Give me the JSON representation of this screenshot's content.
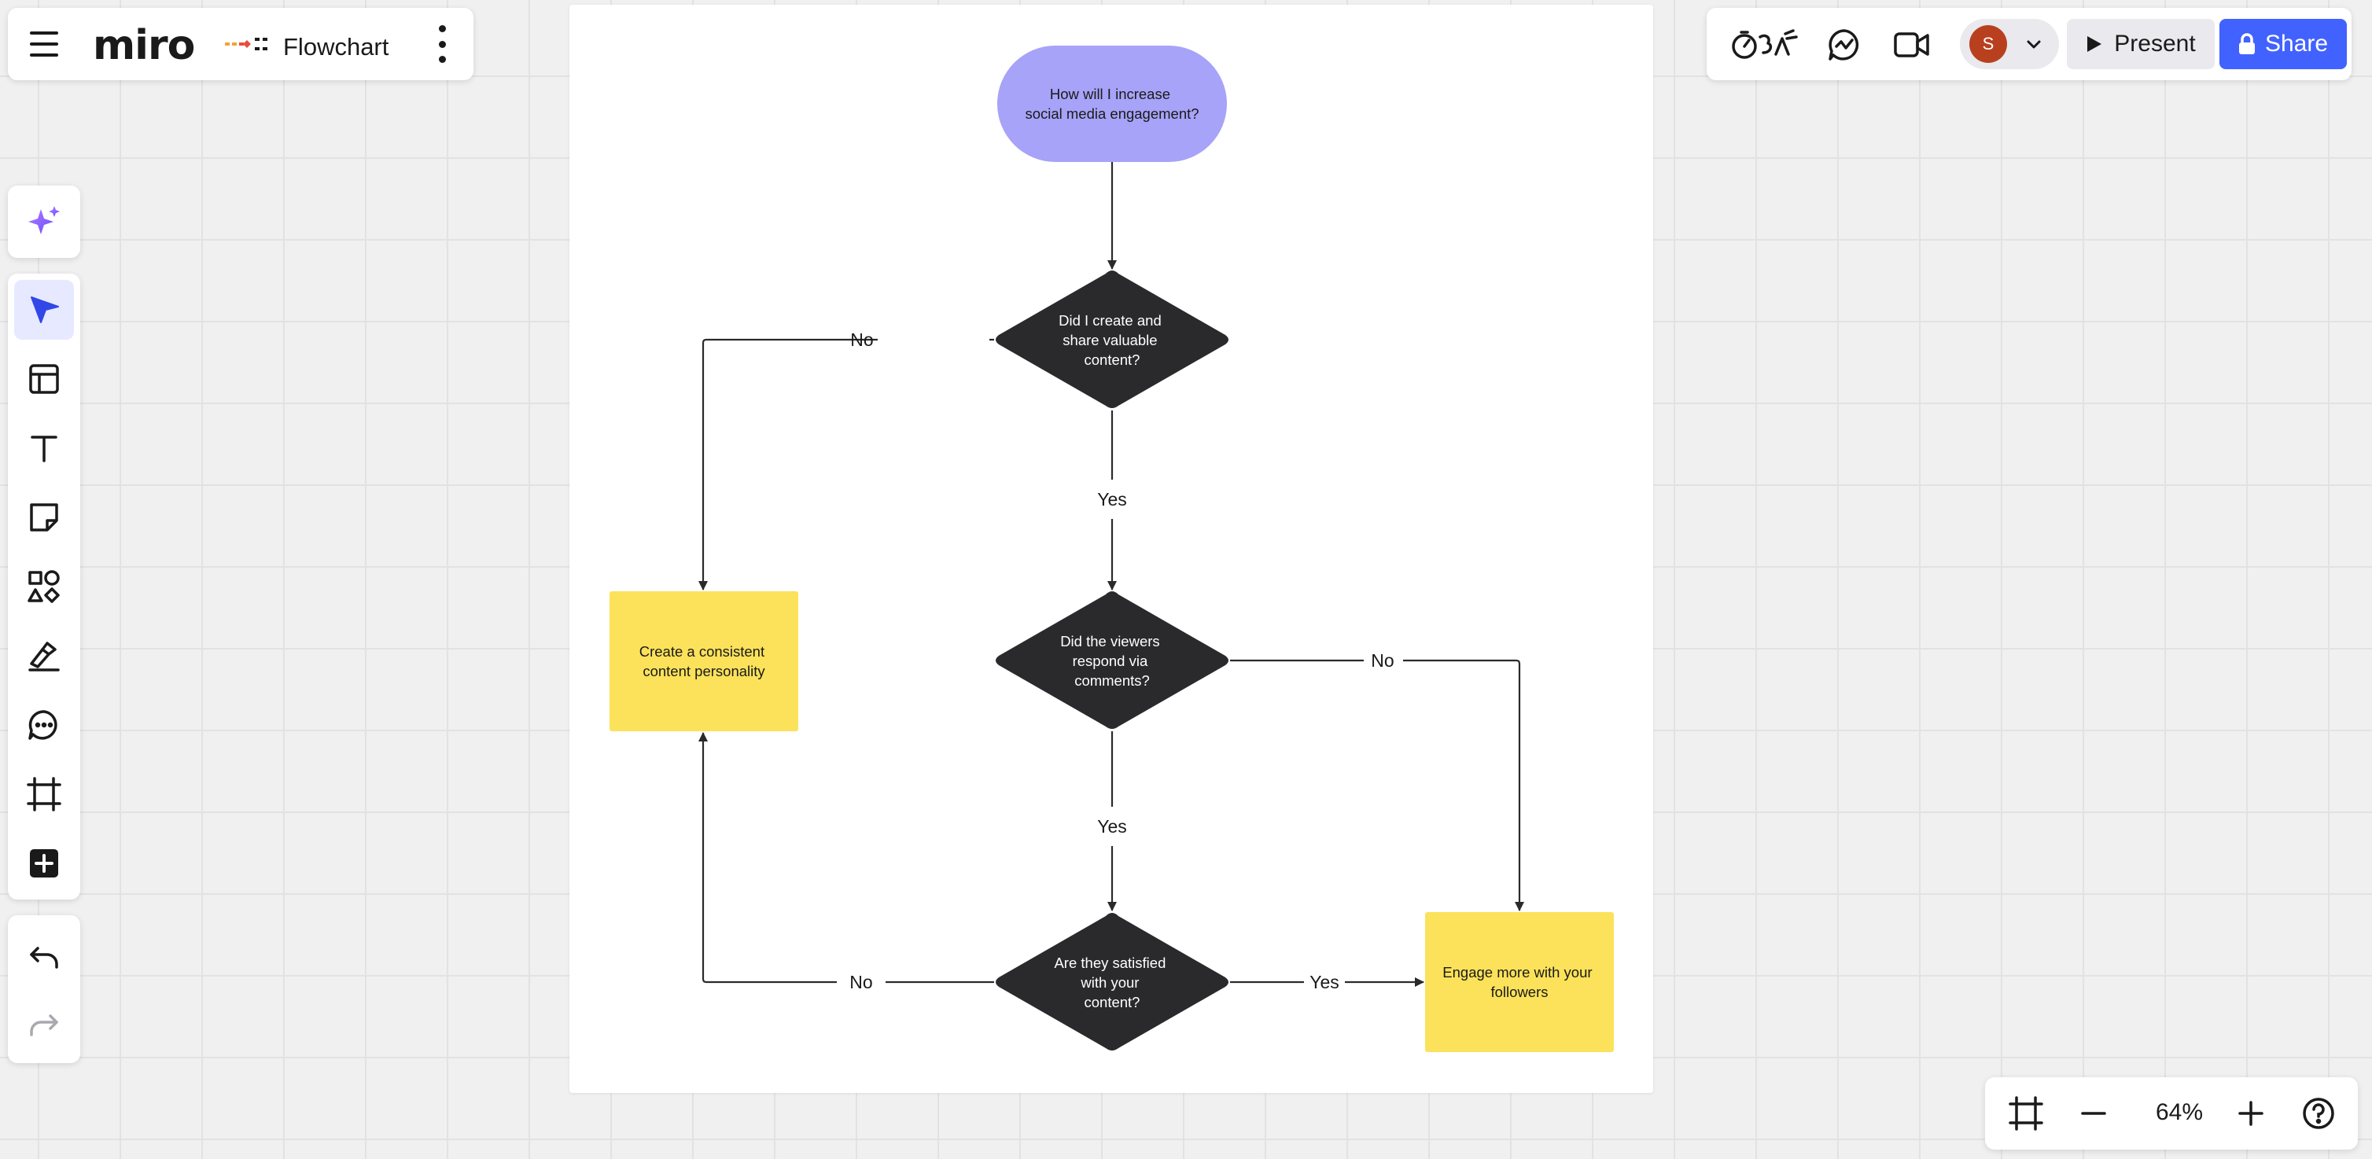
{
  "board": {
    "logo": "miro",
    "title": "Flowchart"
  },
  "user": {
    "initial": "S",
    "avatar_color": "#b8401f"
  },
  "actions": {
    "present_label": "Present",
    "share_label": "Share"
  },
  "zoom": {
    "level": "64%"
  },
  "colors": {
    "accent": "#4262ff",
    "start_node": "#a7a3f8",
    "decision_node": "#2a2a2d",
    "process_node": "#fbe25a"
  },
  "icons": {
    "toolbar": [
      "ai-sparkle-icon",
      "select-cursor-icon",
      "templates-icon",
      "text-icon",
      "sticky-note-icon",
      "shapes-icon",
      "pen-icon",
      "comment-icon",
      "frame-icon",
      "more-apps-icon"
    ],
    "history": [
      "undo-icon",
      "redo-icon"
    ],
    "collab": [
      "reactions-icon",
      "chat-icon",
      "video-call-icon"
    ]
  },
  "flowchart": {
    "start": {
      "line1": "How will I increase",
      "line2": "social media engagement?"
    },
    "decision1": {
      "line1": "Did I create and",
      "line2": "share valuable",
      "line3": "content?"
    },
    "decision2": {
      "line1": "Did the viewers",
      "line2": "respond via",
      "line3": "comments?"
    },
    "decision3": {
      "line1": "Are they satisfied",
      "line2": "with your",
      "line3": "content?"
    },
    "process_left": {
      "line1": "Create a consistent",
      "line2": "content personality"
    },
    "process_right": {
      "line1": "Engage more with your",
      "line2": "followers"
    },
    "edges": {
      "d1_no": "No",
      "d1_yes": "Yes",
      "d2_no": "No",
      "d2_yes": "Yes",
      "d3_no": "No",
      "d3_yes": "Yes"
    }
  }
}
